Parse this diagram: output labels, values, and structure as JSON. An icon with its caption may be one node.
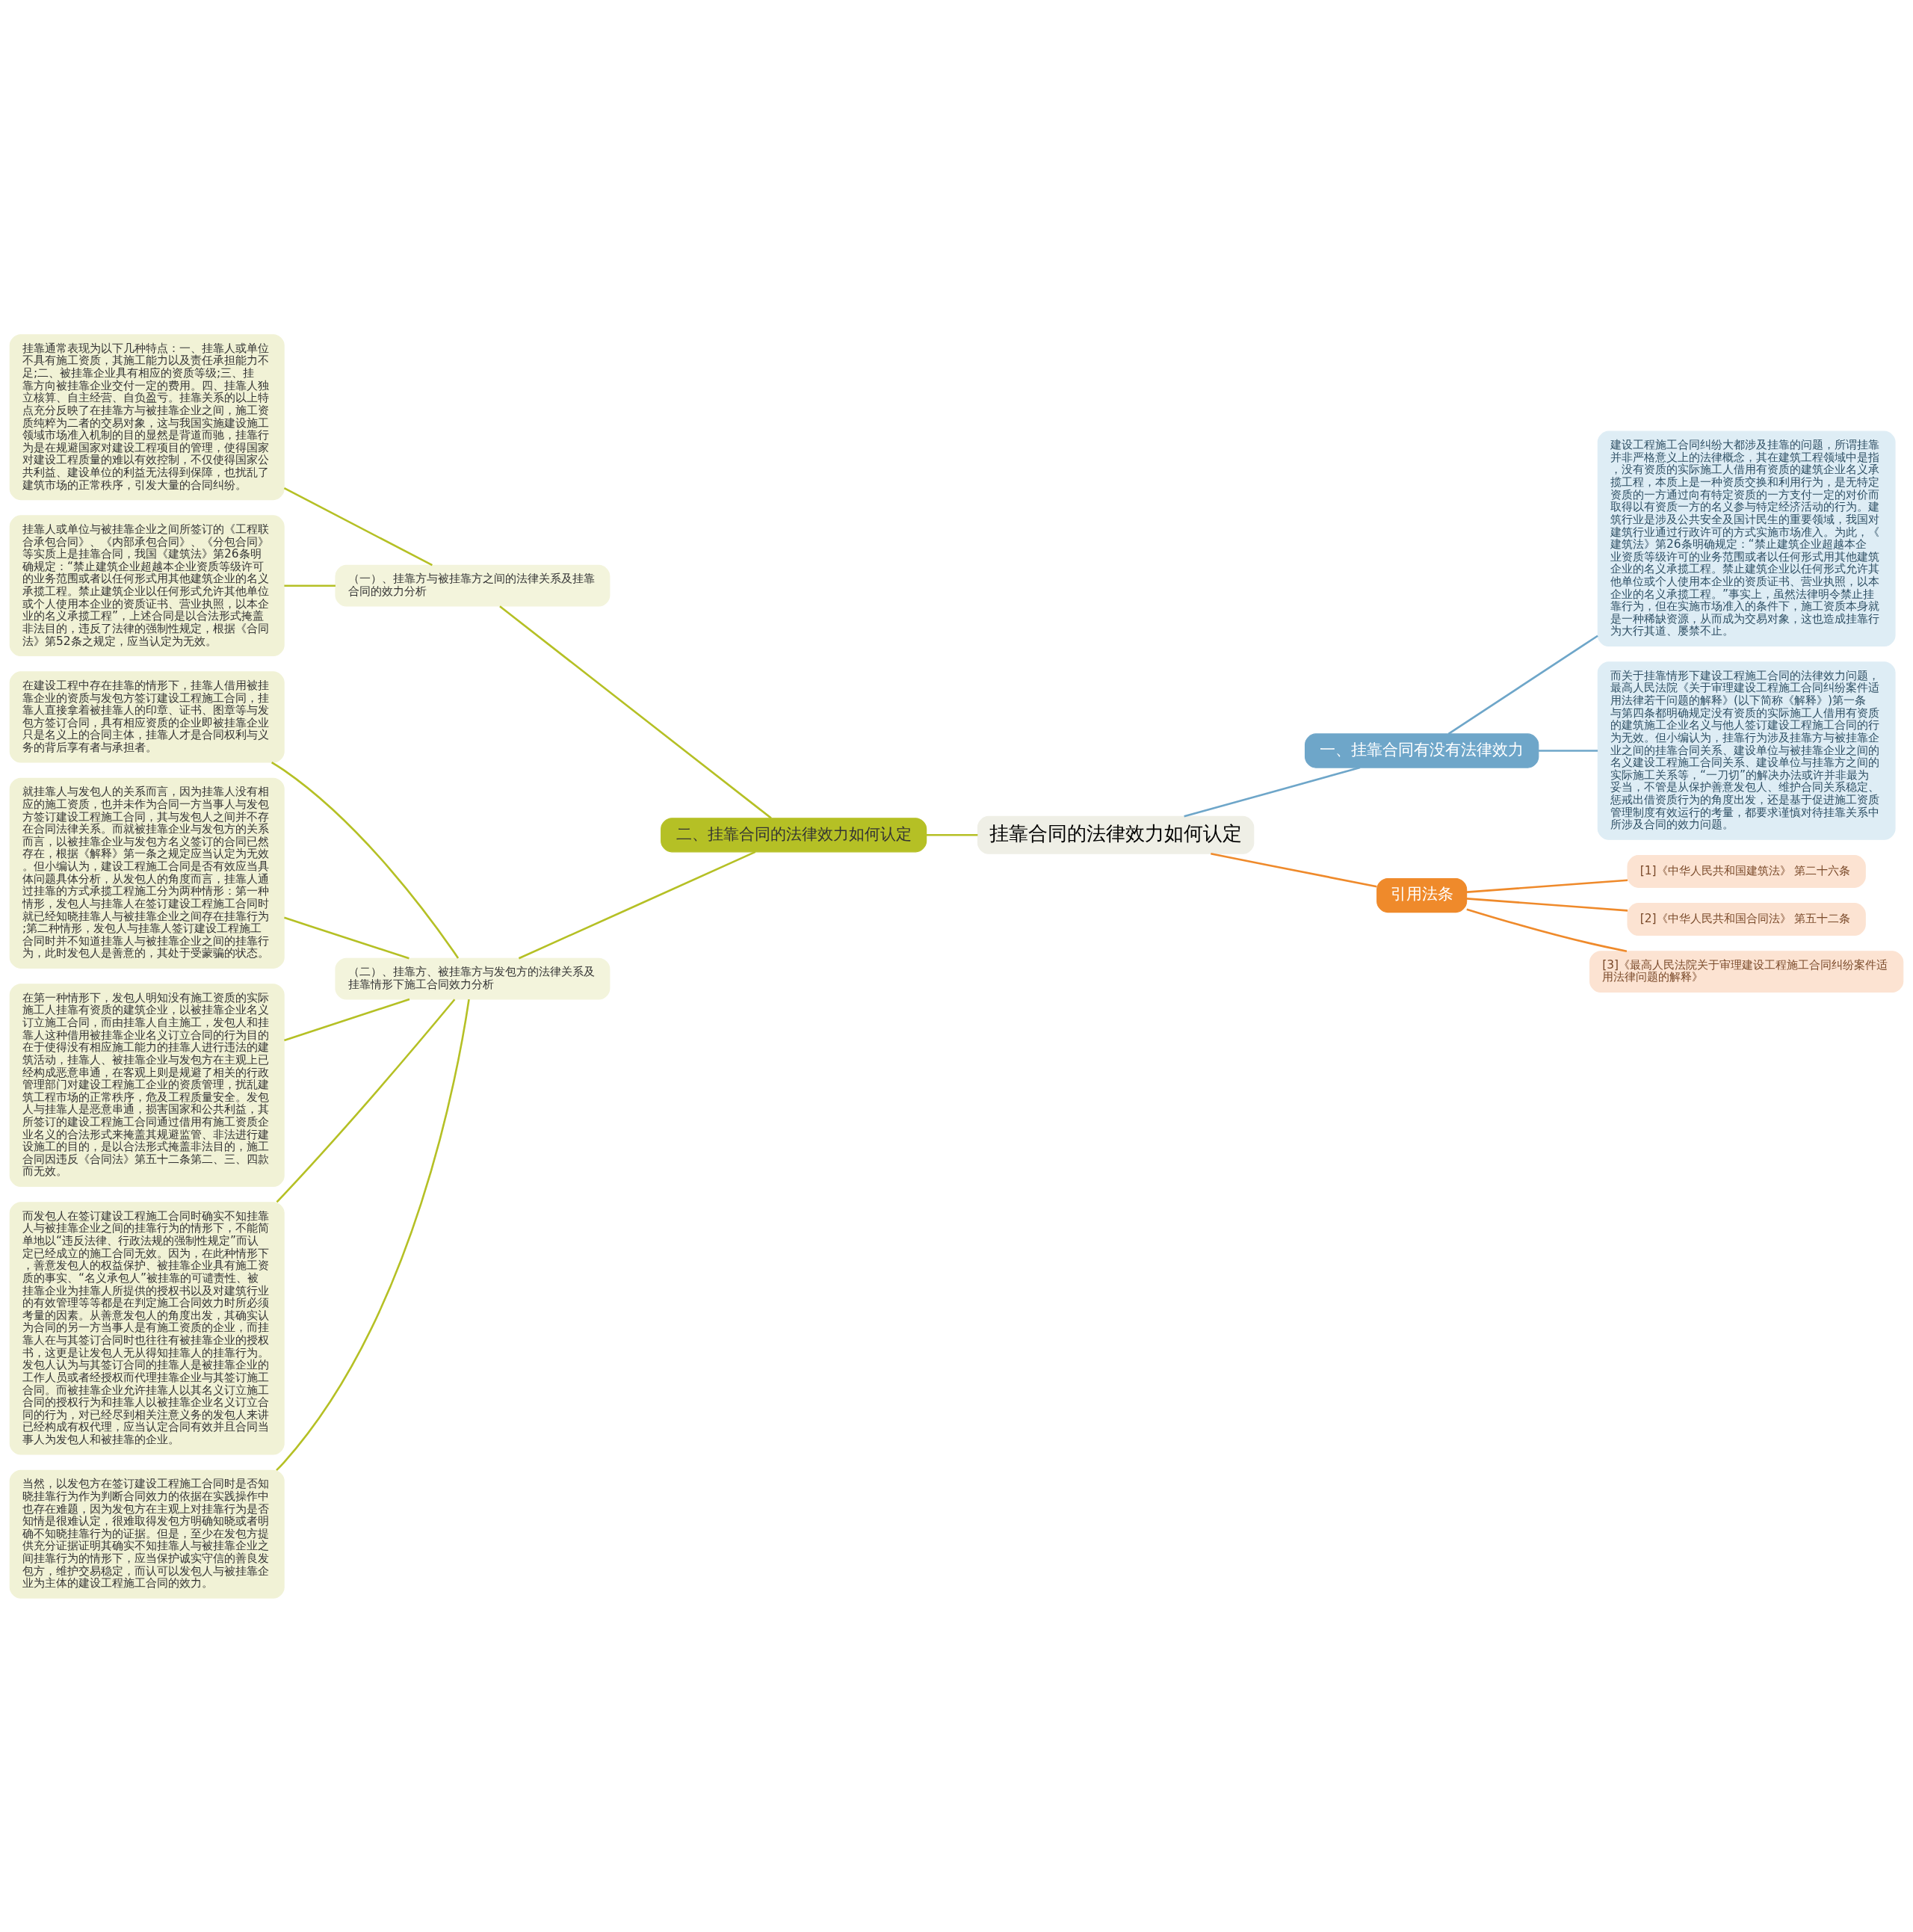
{
  "diagram": {
    "nodes": [
      {
        "text": [
          "挂靠合同的法律效力如何认定"
        ]
      },
      {
        "text": [
          "一、挂靠合同有没有法律效力"
        ]
      },
      {
        "text": [
          "建设工程施工合同纠纷大都涉及挂靠的问题，所谓挂靠并非严格意义上的法律概念，其在建筑工程领域中是指，没有资质的实际施工人借用有资质的建筑企业名义承揽工程，本质上是一种资质交换和利用行为，是无特定资质的一方通过向有特定资质的一方支付一定的对价而取得以有资质一方的名义参与特定经济活动的行为。建筑行业是涉及公共安全及国计民生的重要领域，我国对建筑行业通过行政许可的方式实施市场准入。为此，《建筑法》第26条明确规定：“禁止建筑企业超越本企业资质等级许可的业务范围或者以任何形式用其他建筑企业的名义承揽工程。禁止建筑企业以任何形式允许其他单位或个人使用本企业的资质证书、营业执照，以本企业的名义承揽工程。”事实上，虽然法律明令禁止挂靠行为，但在实施市场准入的条件下，施工资质本身就是一种稀缺资源，从而成为交易对象，这也造成挂靠行为大行其道、屡禁不止。"
        ]
      },
      {
        "text": [
          "而关于挂靠情形下建设工程施工合同的法律效力问题，最高人民法院《关于审理建设工程施工合同纠纷案件适用法律若干问题的解释》(以下简称《解释》)第一条与第四条都明确规定没有资质的实际施工人借用有资质的建筑施工企业名义与他人签订建设工程施工合同的行为无效。但小编认为，挂靠行为涉及挂靠方与被挂靠企业之间的挂靠合同关系、建设单位与被挂靠企业之间的名义建设工程施工合同关系、建设单位与挂靠方之间的实际施工关系等，“一刀切”的解决办法或许并非最为妥当，不管是从保护善意发包人、维护合同关系稳定、惩戒出借资质行为的角度出发，还是基于促进施工资质管理制度有效运行的考量，都要求谨慎对待挂靠关系中所涉及合同的效力问题。"
        ]
      },
      {
        "text": [
          "引用法条"
        ]
      },
      {
        "text": [
          "[1]《中华人民共和国建筑法》 第二十六条"
        ]
      },
      {
        "text": [
          "[2]《中华人民共和国合同法》 第五十二条"
        ]
      },
      {
        "text": [
          "[3]《最高人民法院关于审理建设工程施工合同纠纷案件适用法律问题的解释》"
        ]
      },
      {
        "text": [
          "二、挂靠合同的法律效力如何认定"
        ]
      },
      {
        "text": [
          "（一）、挂靠方与被挂靠方之间的法律关系及挂靠合同的效力分析"
        ]
      },
      {
        "text": [
          "挂靠通常表现为以下几种特点：一、挂靠人或单位不具有施工资质，其施工能力以及责任承担能力不足;二、被挂靠企业具有相应的资质等级;三、挂靠方向被挂靠企业交付一定的费用。四、挂靠人独立核算、自主经营、自负盈亏。挂靠关系的以上特点充分反映了在挂靠方与被挂靠企业之间，施工资质纯粹为二者的交易对象，这与我国实施建设施工领域市场准入机制的目的显然是背道而驰，挂靠行为是在规避国家对建设工程项目的管理，使得国家对建设工程质量的难以有效控制，不仅使得国家公共利益、建设单位的利益无法得到保障，也扰乱了建筑市场的正常秩序，引发大量的合同纠纷。"
        ]
      },
      {
        "text": [
          "挂靠人或单位与被挂靠企业之间所签订的《工程联合承包合同》、《内部承包合同》、《分包合同》等实质上是挂靠合同，我国《建筑法》第26条明确规定：“禁止建筑企业超越本企业资质等级许可的业务范围或者以任何形式用其他建筑企业的名义承揽工程。禁止建筑企业以任何形式允许其他单位或个人使用本企业的资质证书、营业执照，以本企业的名义承揽工程”，上述合同是以合法形式掩盖非法目的，违反了法律的强制性规定，根据《合同法》第52条之规定，应当认定为无效。"
        ]
      },
      {
        "text": [
          "（二）、挂靠方、被挂靠方与发包方的法律关系及挂靠情形下施工合同效力分析"
        ]
      },
      {
        "text": [
          "在建设工程中存在挂靠的情形下，挂靠人借用被挂靠企业的资质与发包方签订建设工程施工合同，挂靠人直接拿着被挂靠人的印章、证书、图章等与发包方签订合同，具有相应资质的企业即被挂靠企业只是名义上的合同主体，挂靠人才是合同权利与义务的背后享有者与承担者。"
        ]
      },
      {
        "text": [
          "就挂靠人与发包人的关系而言，因为挂靠人没有相应的施工资质，也并未作为合同一方当事人与发包方签订建设工程施工合同，其与发包人之间并不存在合同法律关系。而就被挂靠企业与发包方的关系而言，以被挂靠企业与发包方名义签订的合同已然存在，根据《解释》第一条之规定应当认定为无效。但小编认为，建设工程施工合同是否有效应当具体问题具体分析，从发包人的角度而言，挂靠人通过挂靠的方式承揽工程施工分为两种情形：第一种情形，发包人与挂靠人在签订建设工程施工合同时就已经知晓挂靠人与被挂靠企业之间存在挂靠行为;第二种情形，发包人与挂靠人签订建设工程施工合同时并不知道挂靠人与被挂靠企业之间的挂靠行为，此时发包人是善意的，其处于受蒙骗的状态。"
        ]
      },
      {
        "text": [
          "在第一种情形下，发包人明知没有施工资质的实际施工人挂靠有资质的建筑企业，以被挂靠企业名义订立施工合同，而由挂靠人自主施工，发包人和挂靠人这种借用被挂靠企业名义订立合同的行为目的在于使得没有相应施工能力的挂靠人进行违法的建筑活动，挂靠人、被挂靠企业与发包方在主观上已经构成恶意串通，在客观上则是规避了相关的行政管理部门对建设工程施工企业的资质管理，扰乱建筑工程市场的正常秩序，危及工程质量安全。发包人与挂靠人是恶意串通，损害国家和公共利益，其所签订的建设工程施工合同通过借用有施工资质企业名义的合法形式来掩盖其规避监管、非法进行建设施工的目的，是以合法形式掩盖非法目的，施工合同因违反《合同法》第五十二条第二、三、四款而无效。"
        ]
      },
      {
        "text": [
          "而发包人在签订建设工程施工合同时确实不知挂靠人与被挂靠企业之间的挂靠行为的情形下，不能简单地以“违反法律、行政法规的强制性规定”而认定已经成立的施工合同无效。因为，在此种情形下，善意发包人的权益保护、被挂靠企业具有施工资质的事实、“名义承包人”被挂靠的可谴责性、被挂靠企业为挂靠人所提供的授权书以及对建筑行业的有效管理等等都是在判定施工合同效力时所必须考量的因素。从善意发包人的角度出发，其确实认为合同的另一方当事人是有施工资质的企业，而挂靠人在与其签订合同时也往往有被挂靠企业的授权书，这更是让发包人无从得知挂靠人的挂靠行为。发包人认为与其签订合同的挂靠人是被挂靠企业的工作人员或者经授权而代理挂靠企业与其签订施工合同。而被挂靠企业允许挂靠人以其名义订立施工合同的授权行为和挂靠人以被挂靠企业名义订立合同的行为，对已经尽到相关注意义务的发包人来讲已经构成有权代理，应当认定合同有效并且合同当事人为发包人和被挂靠的企业。"
        ]
      },
      {
        "text": [
          "当然，以发包方在签订建设工程施工合同时是否知晓挂靠行为作为判断合同效力的依据在实践操作中也存在难题，因为发包方在主观上对挂靠行为是否知情是很难认定，很难取得发包方明确知晓或者明确不知晓挂靠行为的证据。但是，至少在发包方提供充分证据证明其确实不知挂靠人与被挂靠企业之间挂靠行为的情形下，应当保护诚实守信的善良发包方，维护交易稳定，而认可以发包人与被挂靠企业为主体的建设工程施工合同的效力。"
        ]
      }
    ],
    "edges": [
      {
        "from": 0,
        "to": 1,
        "arrow": "none",
        "color": "#6ea6c9"
      },
      {
        "from": 1,
        "to": 2,
        "arrow": "none",
        "color": "#6ea6c9"
      },
      {
        "from": 1,
        "to": 3,
        "arrow": "none",
        "color": "#6ea6c9"
      },
      {
        "from": 0,
        "to": 4,
        "arrow": "none",
        "color": "#ef8a2b"
      },
      {
        "from": 4,
        "to": 5,
        "arrow": "none",
        "color": "#ef8a2b"
      },
      {
        "from": 4,
        "to": 6,
        "arrow": "none",
        "color": "#ef8a2b"
      },
      {
        "from": 4,
        "to": 7,
        "arrow": "none",
        "color": "#ef8a2b"
      },
      {
        "from": 0,
        "to": 8,
        "arrow": "none",
        "color": "#b5c025"
      },
      {
        "from": 8,
        "to": 9,
        "arrow": "none",
        "color": "#b5c025"
      },
      {
        "from": 9,
        "to": 10,
        "arrow": "none",
        "color": "#b5c025"
      },
      {
        "from": 9,
        "to": 11,
        "arrow": "none",
        "color": "#b5c025"
      },
      {
        "from": 8,
        "to": 12,
        "arrow": "none",
        "color": "#b5c025"
      },
      {
        "from": 12,
        "to": 13,
        "arrow": "none",
        "color": "#b5c025"
      },
      {
        "from": 12,
        "to": 14,
        "arrow": "none",
        "color": "#b5c025"
      },
      {
        "from": 12,
        "to": 15,
        "arrow": "none",
        "color": "#b5c025"
      },
      {
        "from": 12,
        "to": 16,
        "arrow": "none",
        "color": "#b5c025"
      },
      {
        "from": 12,
        "to": 17,
        "arrow": "none",
        "color": "#b5c025"
      }
    ]
  }
}
